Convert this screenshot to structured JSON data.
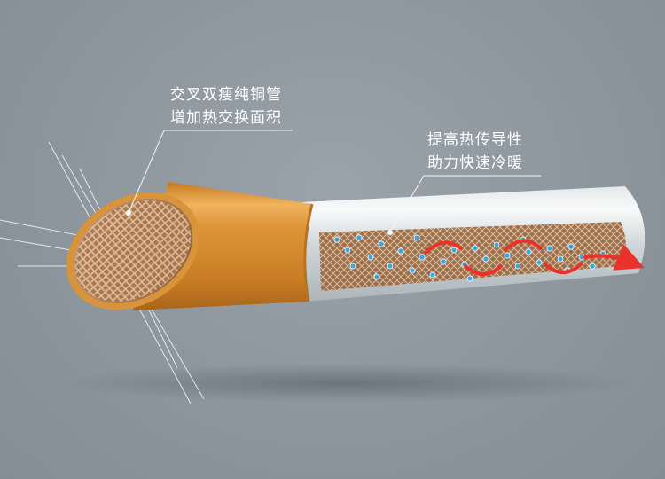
{
  "callouts": [
    {
      "line1": "交叉双瘦纯铜管",
      "line2": "增加热交换面积"
    },
    {
      "line1": "提高热传导性",
      "line2": "助力快速冷暖"
    }
  ],
  "colors": {
    "background": "#8f989f",
    "copper": "#d58c2c",
    "copper_highlight": "#f3b765",
    "glass": "#c9d0d4",
    "flow_arrow": "#e8322a",
    "particle": "#3aa6e6",
    "callout_text": "#ffffff"
  }
}
